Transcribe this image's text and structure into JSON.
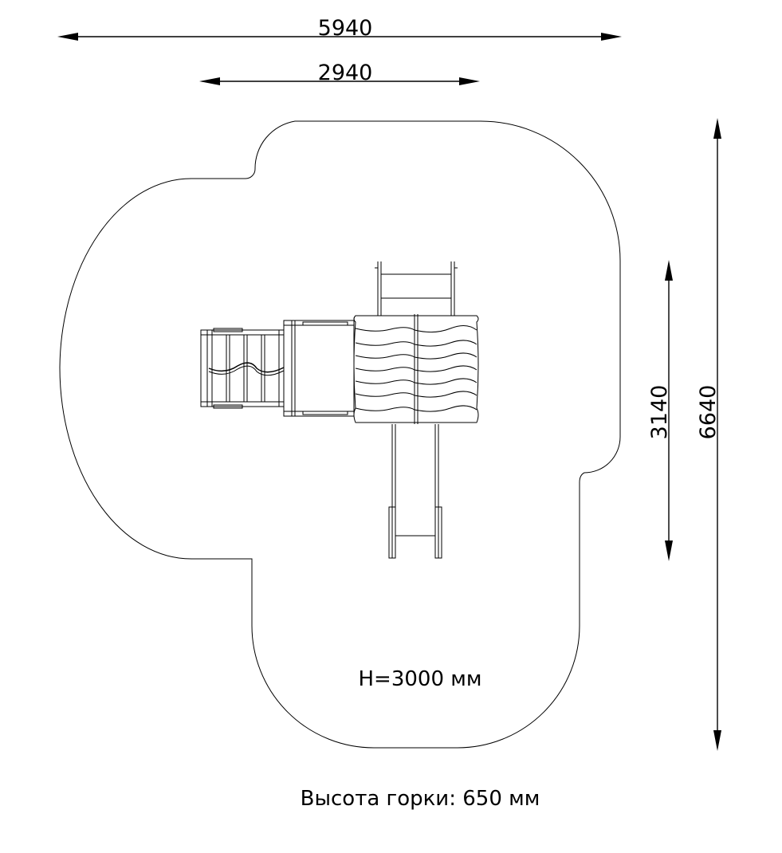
{
  "dimensions": {
    "overall_width": "5940",
    "equipment_width": "2940",
    "equipment_depth": "3140",
    "overall_depth": "6640"
  },
  "labels": {
    "height": "H=3000 мм",
    "slide_height": "Высота горки: 650 мм"
  }
}
